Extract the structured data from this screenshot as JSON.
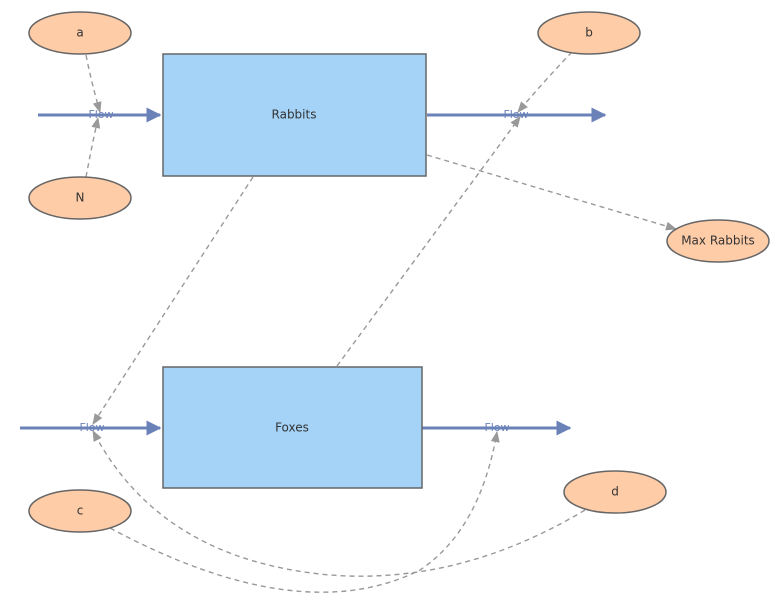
{
  "stocks": {
    "rabbits": "Rabbits",
    "foxes": "Foxes"
  },
  "variables": {
    "a": "a",
    "n": "N",
    "b": "b",
    "max_rabbits": "Max Rabbits",
    "c": "c",
    "d": "d"
  },
  "flows": {
    "rabbit_inflow": "Flow",
    "rabbit_outflow": "Flow",
    "fox_inflow": "Flow",
    "fox_outflow": "Flow"
  },
  "colors": {
    "stock_fill": "#a5d3f7",
    "variable_fill": "#ffcca8",
    "flow": "#6b82b8",
    "link": "#999999"
  }
}
